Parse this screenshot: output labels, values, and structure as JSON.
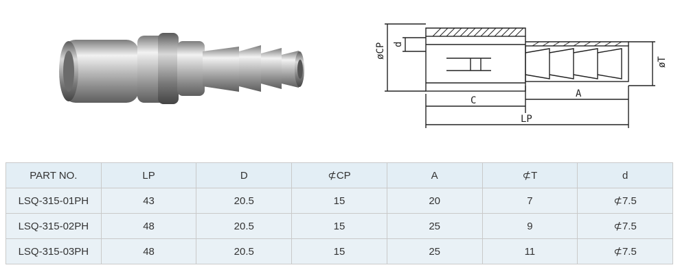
{
  "drawing": {
    "labels": {
      "cp": "øCP",
      "d": "d",
      "t": "øT",
      "c": "C",
      "a": "A",
      "lp": "LP"
    }
  },
  "table": {
    "headers": [
      "PART NO.",
      "LP",
      "D",
      "⊄CP",
      "A",
      "⊄T",
      "d"
    ],
    "rows": [
      [
        "LSQ-315-01PH",
        "43",
        "20.5",
        "15",
        "20",
        "7",
        "⊄7.5"
      ],
      [
        "LSQ-315-02PH",
        "48",
        "20.5",
        "15",
        "25",
        "9",
        "⊄7.5"
      ],
      [
        "LSQ-315-03PH",
        "48",
        "20.5",
        "15",
        "25",
        "11",
        "⊄7.5"
      ]
    ]
  }
}
